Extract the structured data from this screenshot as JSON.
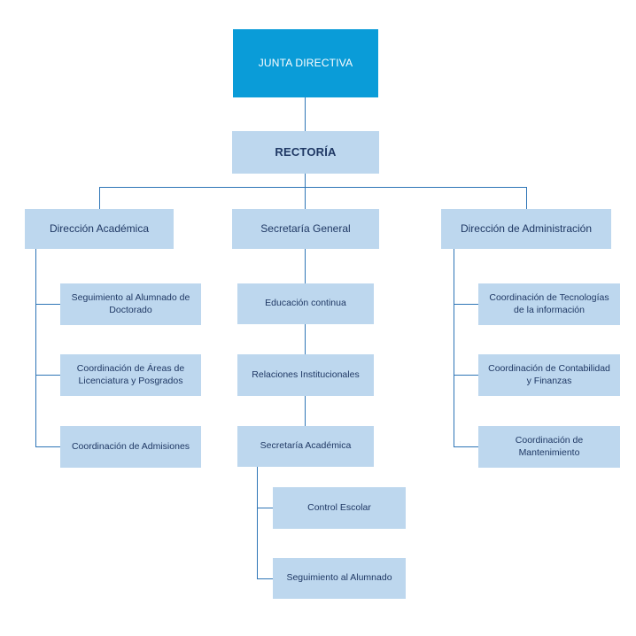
{
  "diagram": {
    "type": "org-chart",
    "nodes": {
      "junta": {
        "label": "JUNTA DIRECTIVA",
        "level": 1
      },
      "rectoria": {
        "label": "RECTORÍA",
        "level": 2
      },
      "dir_academica": {
        "label": "Dirección Académica",
        "level": 3
      },
      "secretaria_general": {
        "label": "Secretaría General",
        "level": 3
      },
      "dir_administracion": {
        "label": "Dirección de Administración",
        "level": 3
      },
      "seguimiento_doctorado": {
        "label": "Seguimiento al Alumnado de Doctorado",
        "level": 4
      },
      "coord_areas": {
        "label": "Coordinación de Áreas de Licenciatura y Posgrados",
        "level": 4
      },
      "coord_admisiones": {
        "label": "Coordinación de Admisiones",
        "level": 4
      },
      "educacion_continua": {
        "label": "Educación continua",
        "level": 4
      },
      "relaciones_institucionales": {
        "label": "Relaciones Institucionales",
        "level": 4
      },
      "secretaria_academica": {
        "label": "Secretaría Académica",
        "level": 4
      },
      "control_escolar": {
        "label": "Control Escolar",
        "level": 5
      },
      "seguimiento_alumnado": {
        "label": "Seguimiento al Alumnado",
        "level": 5
      },
      "coord_tecnologias": {
        "label": "Coordinación de Tecnologías de la información",
        "level": 4
      },
      "coord_contabilidad": {
        "label": "Coordinación de Contabilidad y Finanzas",
        "level": 4
      },
      "coord_mantenimiento": {
        "label": "Coordinación de Mantenimiento",
        "level": 4
      }
    },
    "edges": [
      [
        "junta",
        "rectoria"
      ],
      [
        "rectoria",
        "dir_academica"
      ],
      [
        "rectoria",
        "secretaria_general"
      ],
      [
        "rectoria",
        "dir_administracion"
      ],
      [
        "dir_academica",
        "seguimiento_doctorado"
      ],
      [
        "dir_academica",
        "coord_areas"
      ],
      [
        "dir_academica",
        "coord_admisiones"
      ],
      [
        "secretaria_general",
        "educacion_continua"
      ],
      [
        "educacion_continua",
        "relaciones_institucionales"
      ],
      [
        "relaciones_institucionales",
        "secretaria_academica"
      ],
      [
        "secretaria_academica",
        "control_escolar"
      ],
      [
        "secretaria_academica",
        "seguimiento_alumnado"
      ],
      [
        "dir_administracion",
        "coord_tecnologias"
      ],
      [
        "dir_administracion",
        "coord_contabilidad"
      ],
      [
        "dir_administracion",
        "coord_mantenimiento"
      ]
    ],
    "colors": {
      "root_fill": "#0a9cd8",
      "node_fill": "#bdd7ee",
      "connector": "#2e75b6",
      "text": "#1f3864",
      "root_text": "#ffffff"
    }
  }
}
